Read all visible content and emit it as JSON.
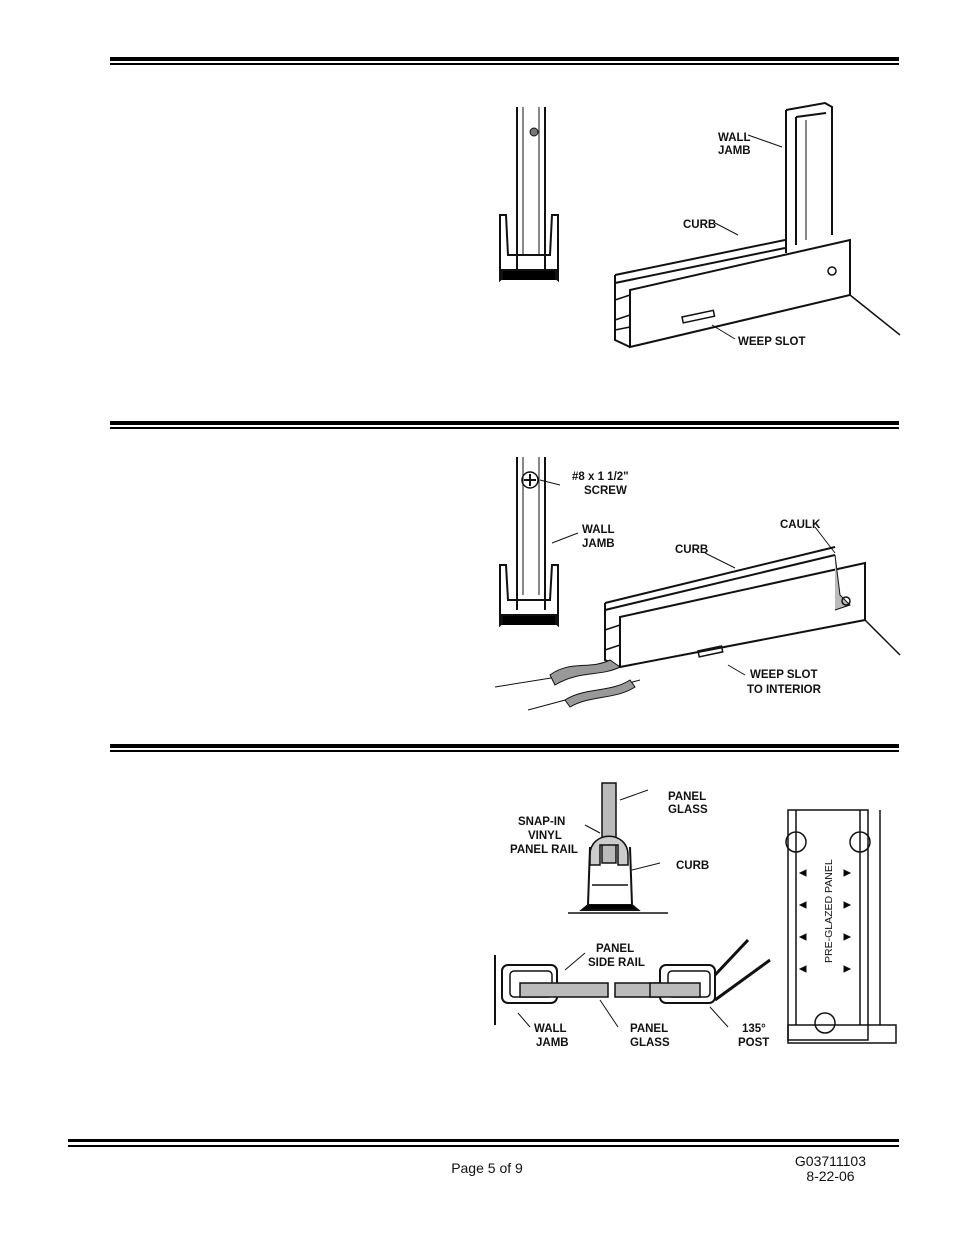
{
  "figure1": {
    "labels": {
      "wall_jamb_1": "WALL",
      "wall_jamb_2": "JAMB",
      "curb": "CURB",
      "weep_slot": "WEEP SLOT"
    }
  },
  "figure2": {
    "labels": {
      "screw_1": "#8 x 1 1/2\"",
      "screw_2": "SCREW",
      "wall_jamb_1": "WALL",
      "wall_jamb_2": "JAMB",
      "curb": "CURB",
      "caulk": "CAULK",
      "weep_1": "WEEP SLOT",
      "weep_2": "TO INTERIOR"
    }
  },
  "figure3": {
    "labels": {
      "panel_glass_1": "PANEL",
      "panel_glass_2": "GLASS",
      "snap_1": "SNAP-IN",
      "snap_2": "VINYL",
      "snap_3": "PANEL RAIL",
      "curb": "CURB",
      "side_rail_1": "PANEL",
      "side_rail_2": "SIDE RAIL",
      "wall_jamb_1": "WALL",
      "wall_jamb_2": "JAMB",
      "glass_1": "PANEL",
      "glass_2": "GLASS",
      "post_1": "135°",
      "post_2": "POST",
      "pre_glazed": "PRE-GLAZED PANEL"
    }
  },
  "footer": {
    "page": "Page 5 of 9",
    "code": "G03711103",
    "date": "8-22-06"
  }
}
